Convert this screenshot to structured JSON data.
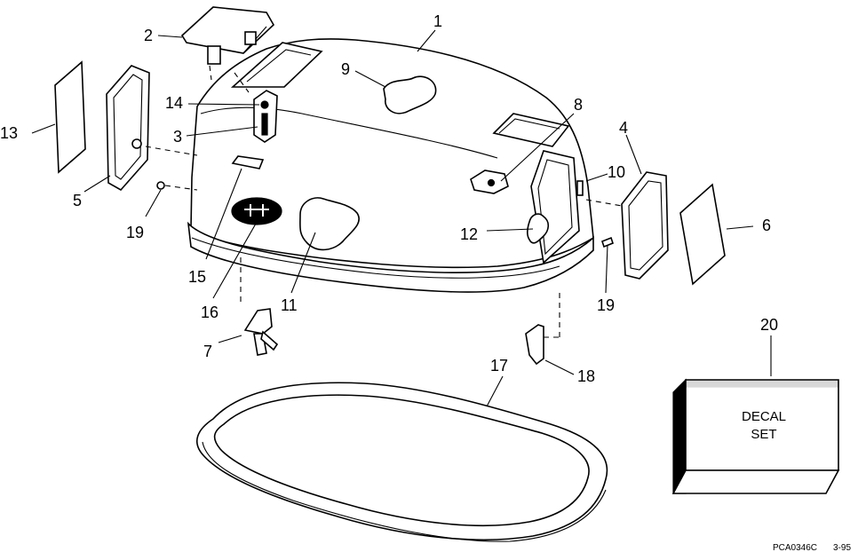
{
  "parts": [
    {
      "number": "1"
    },
    {
      "number": "2"
    },
    {
      "number": "3"
    },
    {
      "number": "4"
    },
    {
      "number": "5"
    },
    {
      "number": "6"
    },
    {
      "number": "7"
    },
    {
      "number": "8"
    },
    {
      "number": "9"
    },
    {
      "number": "10"
    },
    {
      "number": "11"
    },
    {
      "number": "12"
    },
    {
      "number": "13"
    },
    {
      "number": "14"
    },
    {
      "number": "15"
    },
    {
      "number": "16"
    },
    {
      "number": "17"
    },
    {
      "number": "18"
    },
    {
      "number": "19"
    },
    {
      "number": "19"
    },
    {
      "number": "20"
    }
  ],
  "decal_box": {
    "line1": "DECAL",
    "line2": "SET"
  },
  "drawing_code": "PCA0346C",
  "date_code": "3-95"
}
